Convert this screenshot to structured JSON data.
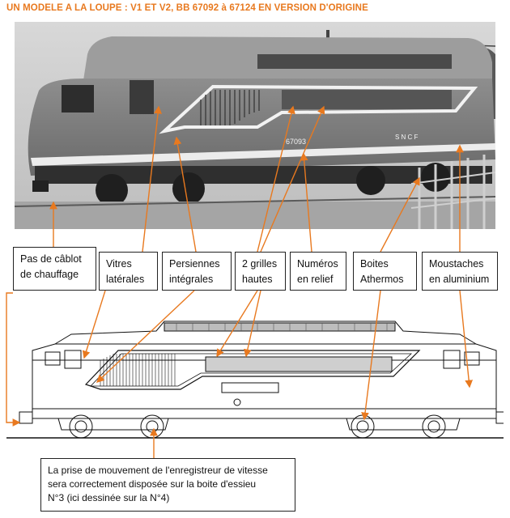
{
  "title": "UN MODELE A LA LOUPE : V1 ET V2, BB 67092 à 67124 EN VERSION D'ORIGINE",
  "photo": {
    "number_plate": "67093",
    "brand_letters": "S N C F"
  },
  "labels": [
    {
      "id": "cablot",
      "line1": "Pas de câblot",
      "line2": "de chauffage"
    },
    {
      "id": "vitres",
      "line1": "Vitres",
      "line2": "latérales"
    },
    {
      "id": "persiennes",
      "line1": "Persiennes",
      "line2": "intégrales"
    },
    {
      "id": "grilles",
      "line1": "2 grilles",
      "line2": "hautes"
    },
    {
      "id": "numeros",
      "line1": "Numéros",
      "line2": "en relief"
    },
    {
      "id": "boites",
      "line1": "Boites",
      "line2": "Athermos"
    },
    {
      "id": "moustaches",
      "line1": "Moustaches",
      "line2": "en aluminium"
    }
  ],
  "note": {
    "line1": "La prise de mouvement de l'enregistreur de vitesse",
    "line2": "sera correctement disposée sur la boite d'essieu",
    "line3": "N°3 (ici dessinée sur la N°4)"
  },
  "colors": {
    "title": "#e8791f",
    "leader": "#e8791f"
  }
}
